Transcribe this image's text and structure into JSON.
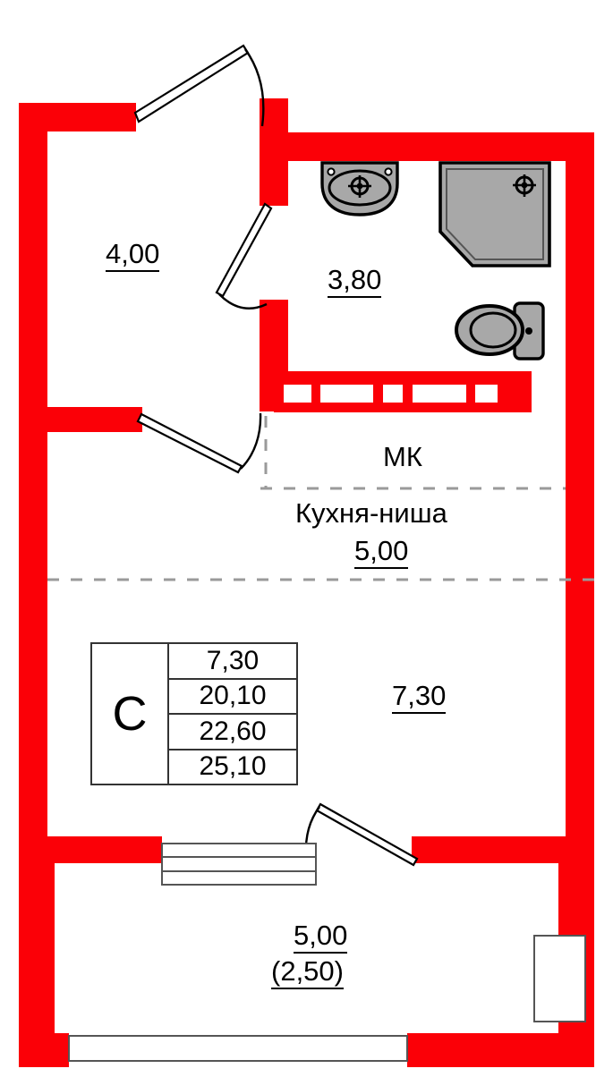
{
  "plan": {
    "type": "apartment-floor-plan",
    "style": {
      "wall_color": "#fb0007",
      "fixture_fill": "#a8a8a8",
      "fixture_stroke": "#000000",
      "dashed_color": "#9a9a9a",
      "background": "#ffffff",
      "text_color": "#000000"
    }
  },
  "rooms": [
    {
      "id": "hall",
      "area_label": "4,00",
      "name": "",
      "underlined": true
    },
    {
      "id": "bathroom",
      "area_label": "3,80",
      "name": "",
      "underlined": true
    },
    {
      "id": "kitchen_nook",
      "area_label": "5,00",
      "name": "Кухня-ниша",
      "underlined": true
    },
    {
      "id": "living",
      "area_label": "7,30",
      "name": "",
      "underlined": true
    },
    {
      "id": "balcony",
      "area_label": "5,00",
      "name": "",
      "underlined": true,
      "secondary_label": "(2,50)"
    }
  ],
  "annotations": {
    "mk": "МК",
    "kitchen_name": "Кухня-ниша",
    "kitchen_area": "5,00",
    "hall_area": "4,00",
    "bathroom_area": "3,80",
    "living_area": "7,30",
    "balcony_area": "5,00",
    "balcony_area_secondary": "(2,50)"
  },
  "summary_table": {
    "type_letter": "С",
    "rows": [
      {
        "label": "",
        "value": "7,30"
      },
      {
        "label": "",
        "value": "20,10"
      },
      {
        "label": "",
        "value": "22,60"
      },
      {
        "label": "",
        "value": "25,10"
      }
    ]
  },
  "fixtures": [
    {
      "name": "washbasin",
      "room": "bathroom"
    },
    {
      "name": "shower-enclosure",
      "room": "bathroom"
    },
    {
      "name": "toilet",
      "room": "bathroom"
    }
  ],
  "openings": [
    {
      "name": "entrance-door",
      "swing": "arc"
    },
    {
      "name": "bathroom-door",
      "swing": "arc"
    },
    {
      "name": "hall-to-room-door",
      "swing": "arc"
    },
    {
      "name": "balcony-door",
      "swing": "arc"
    },
    {
      "name": "balcony-window",
      "swing": "none"
    },
    {
      "name": "exterior-window",
      "swing": "none"
    }
  ]
}
